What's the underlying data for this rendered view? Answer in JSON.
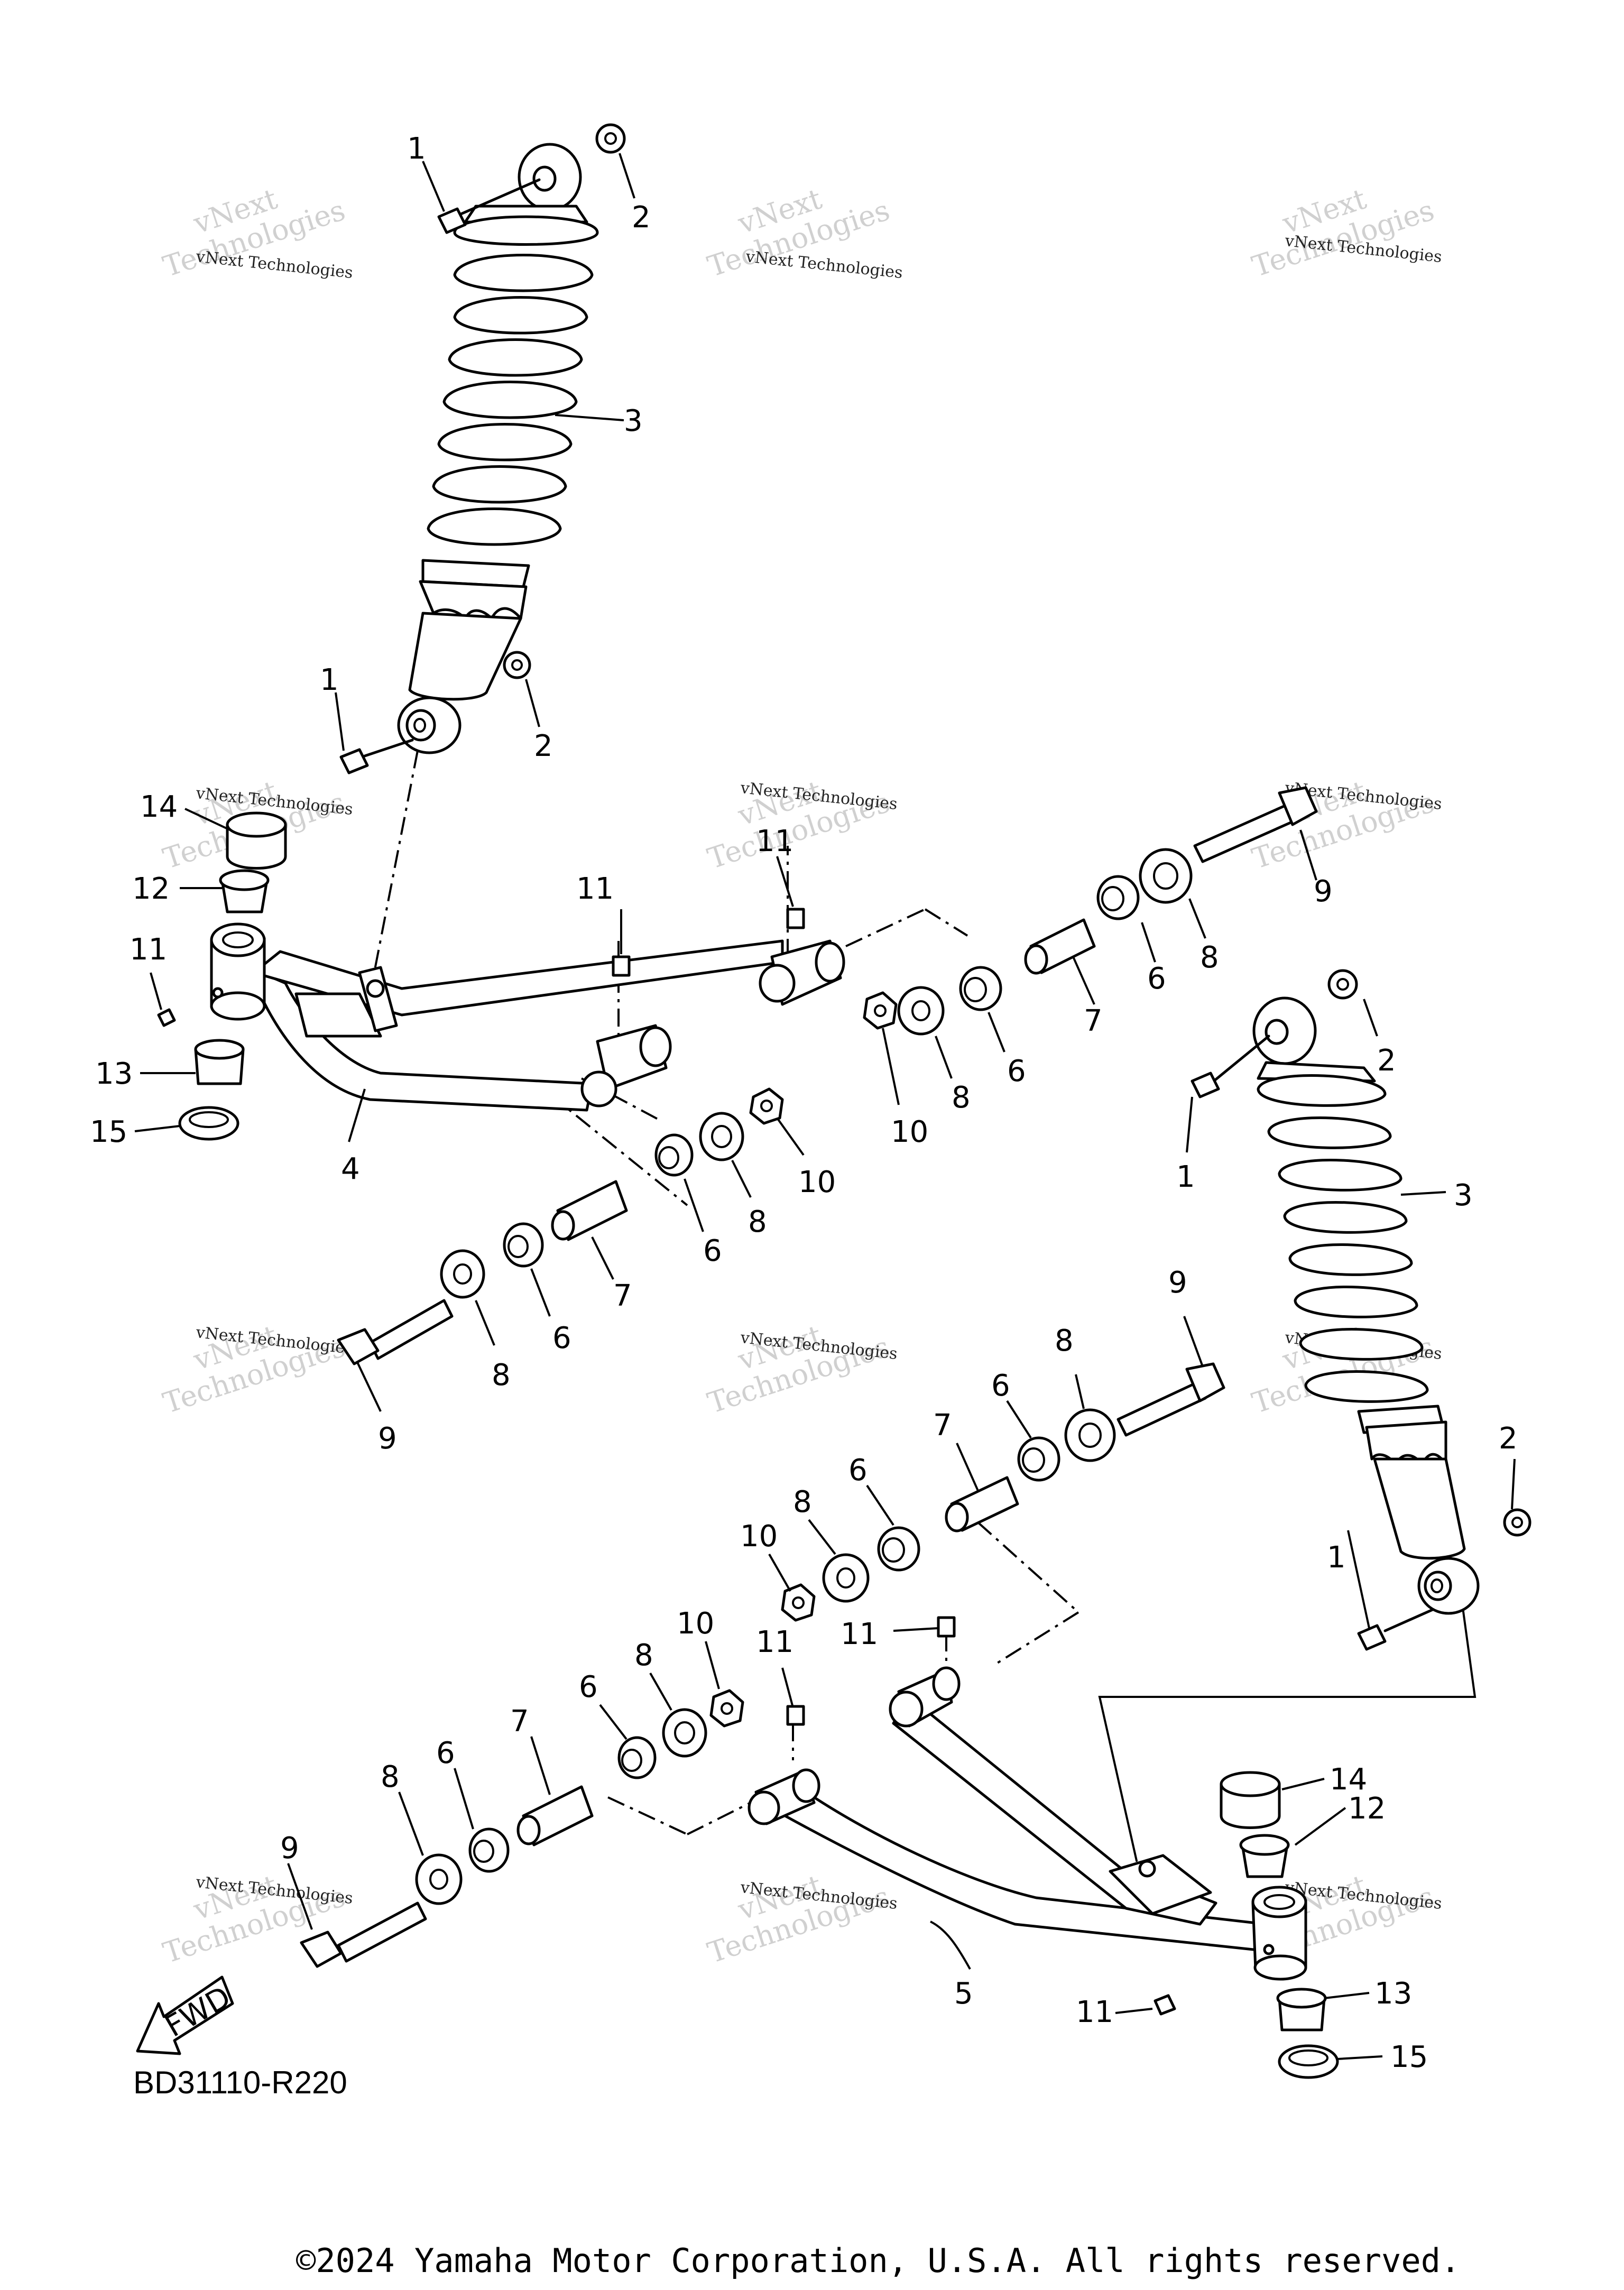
{
  "diagram": {
    "code": "BD31110-R220",
    "copyright": "©2024 Yamaha Motor Corporation, U.S.A. All rights reserved.",
    "fwd_label": "FWD",
    "watermark_line1": "vNext",
    "watermark_line2": "vNext Technologies",
    "watermark_line3": "Technologies"
  },
  "callouts": [
    "1",
    "2",
    "3",
    "1",
    "2",
    "14",
    "12",
    "11",
    "13",
    "15",
    "4",
    "11",
    "11",
    "9",
    "8",
    "6",
    "7",
    "6",
    "8",
    "10",
    "10",
    "8",
    "6",
    "7",
    "6",
    "8",
    "9",
    "3",
    "2",
    "1",
    "9",
    "8",
    "6",
    "7",
    "6",
    "8",
    "10",
    "2",
    "1",
    "11",
    "10",
    "8",
    "6",
    "7",
    "6",
    "8",
    "9",
    "11",
    "5",
    "14",
    "12",
    "11",
    "13",
    "15"
  ]
}
